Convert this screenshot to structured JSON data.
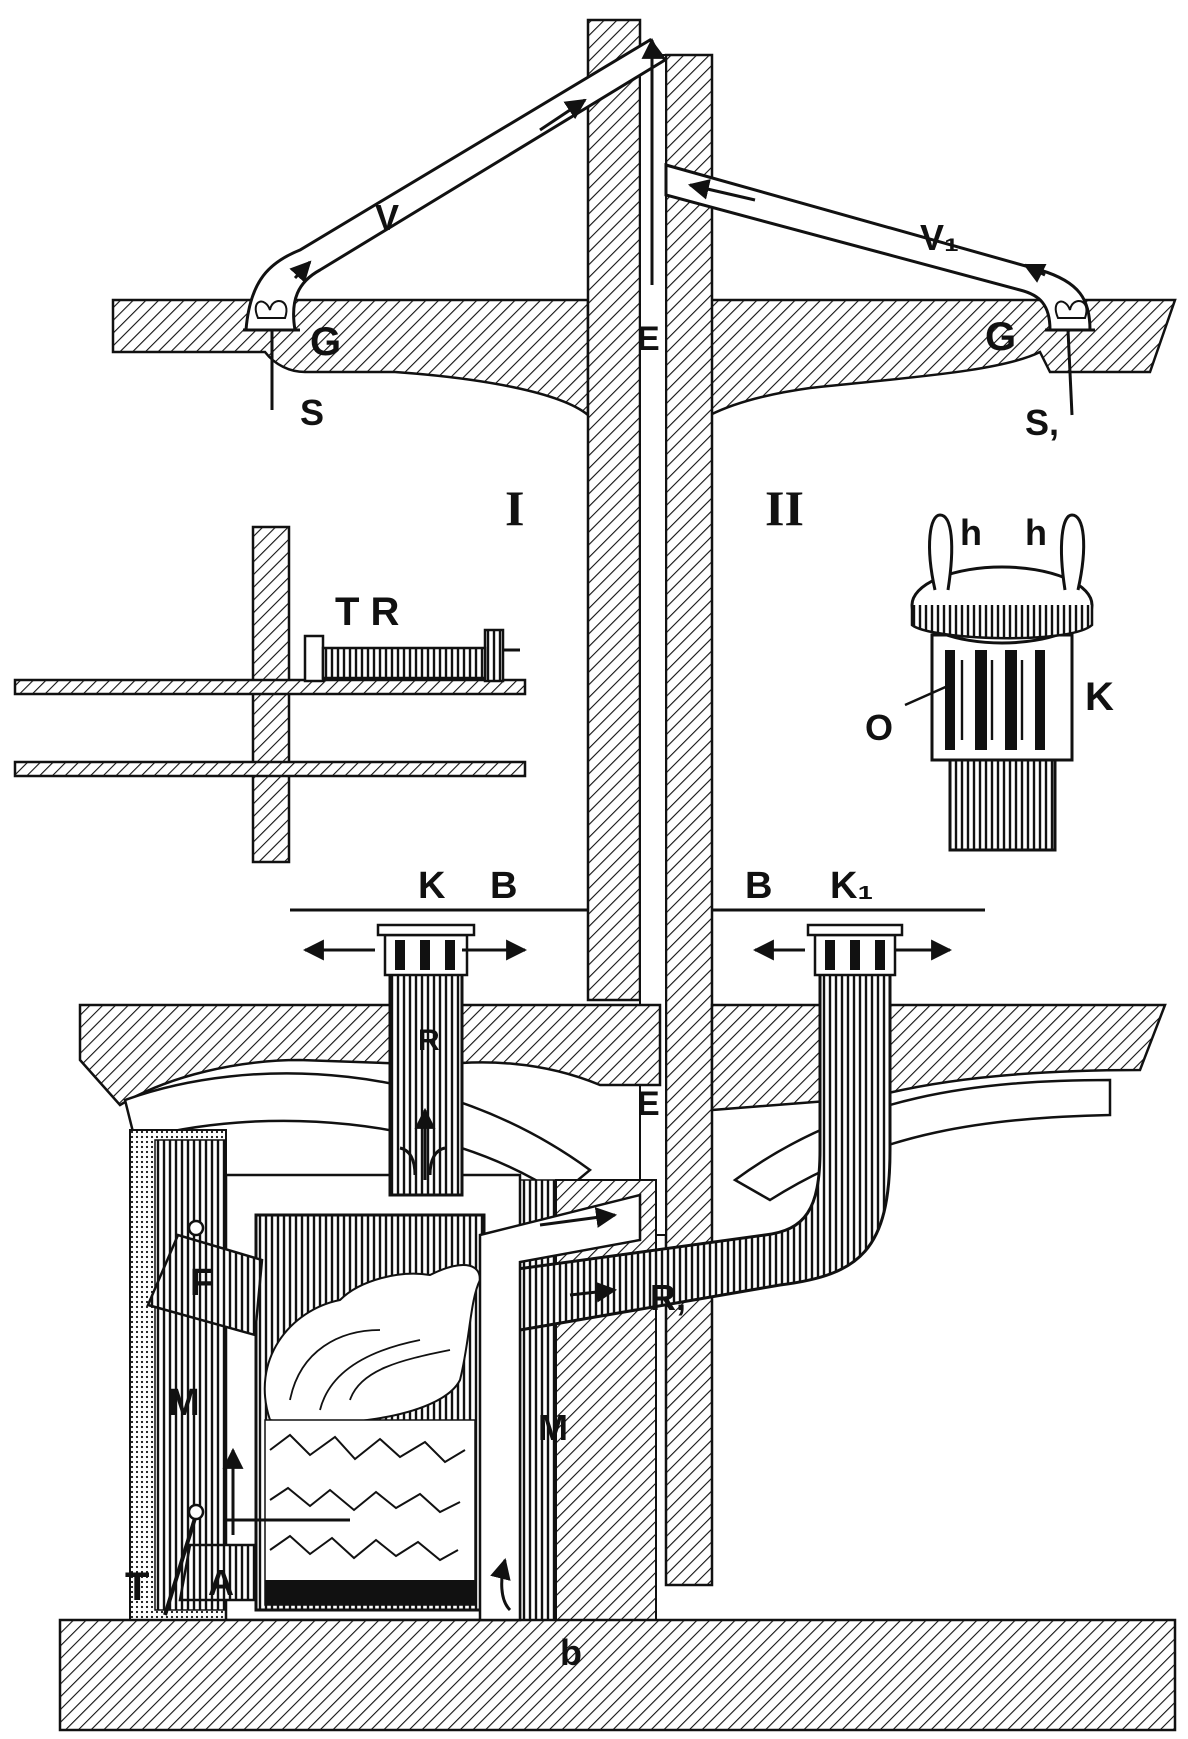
{
  "colors": {
    "ink": "#111111",
    "paper": "#ffffff"
  },
  "labels": {
    "V": "V",
    "V1": "V₁",
    "G_left": "G",
    "G_right": "G",
    "S_left": "S",
    "S_right": "S,",
    "E_upper": "E",
    "E_lower": "E",
    "room_I": "I",
    "room_II": "II",
    "TR": "T R",
    "h_left": "h",
    "h_right": "h",
    "O": "O",
    "K_detail": "K",
    "K_left": "K",
    "B_left": "B",
    "B_right": "B",
    "K1": "K₁",
    "R_vertical": "R",
    "R1": "R,",
    "F": "F",
    "M_left": "M",
    "M_right": "M",
    "T": "T",
    "A": "A",
    "b": "b"
  }
}
